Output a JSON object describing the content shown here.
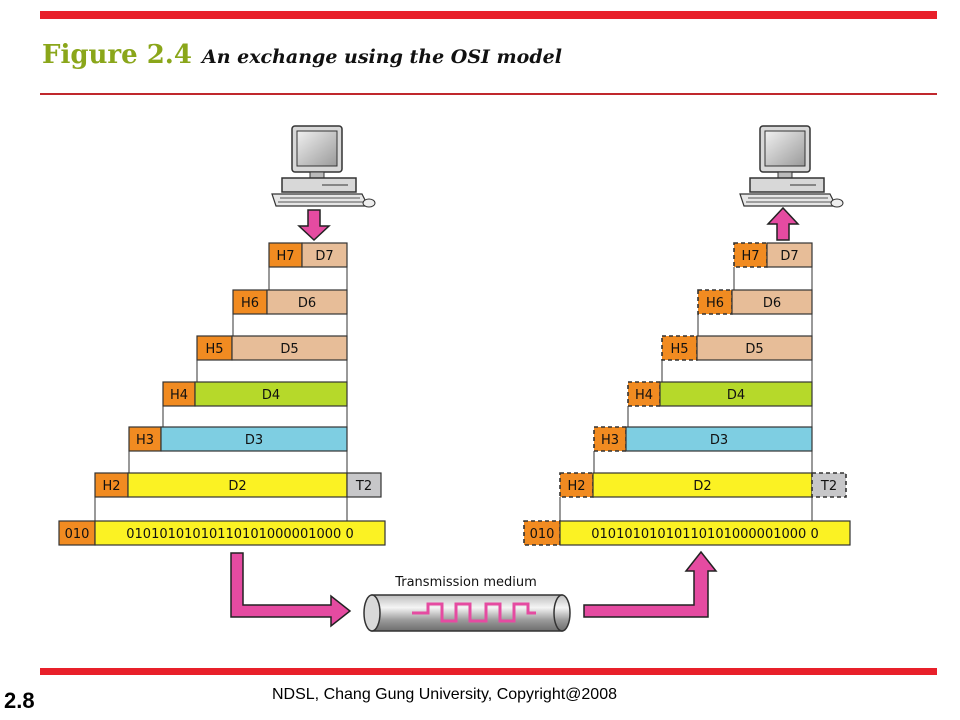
{
  "slide": {
    "figure_label": "Figure 2.4",
    "figure_caption": "An exchange using the OSI model",
    "slide_number": "2.8",
    "footer": "NDSL, Chang Gung University, Copyright@2008"
  },
  "diagram": {
    "layers": [
      {
        "header": "H7",
        "data": "D7"
      },
      {
        "header": "H6",
        "data": "D6"
      },
      {
        "header": "H5",
        "data": "D5"
      },
      {
        "header": "H4",
        "data": "D4"
      },
      {
        "header": "H3",
        "data": "D3"
      },
      {
        "header": "H2",
        "data": "D2",
        "trailer": "T2"
      }
    ],
    "physical": {
      "prefix": "010",
      "bits": "01010101010110101000001000 0"
    },
    "medium_label": "Transmission medium"
  },
  "colors": {
    "header": "#f18b21",
    "d765": "#e7bd98",
    "d4": "#b6d92a",
    "d3": "#7ecee2",
    "d2": "#fbf223",
    "trailer": "#c7c7c9",
    "arrow": "#e54ba1",
    "rule": "#e8202a"
  }
}
